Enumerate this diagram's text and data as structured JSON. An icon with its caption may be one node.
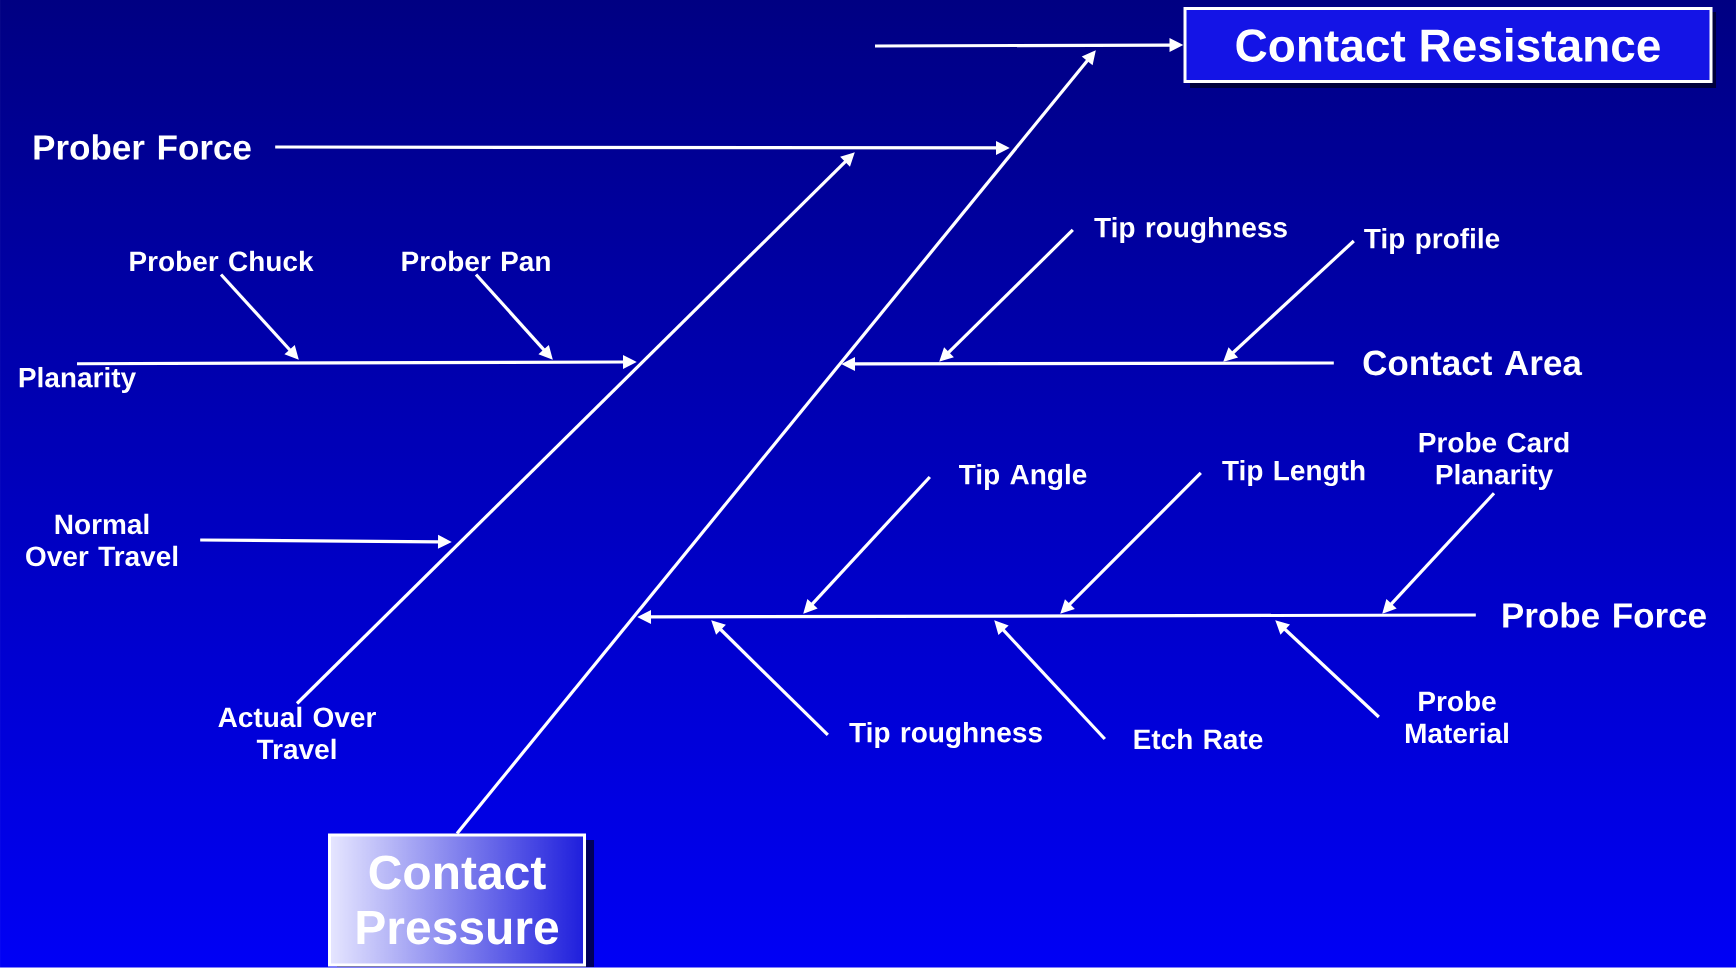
{
  "diagram": {
    "nodes": [
      {
        "text": [
          "Contact Resistance"
        ]
      },
      {
        "text": [
          "Contact Pressure"
        ]
      },
      {
        "text": [
          "Prober Force"
        ]
      },
      {
        "text": [
          "Prober Chuck"
        ]
      },
      {
        "text": [
          "Prober Pan"
        ]
      },
      {
        "text": [
          "Planarity"
        ]
      },
      {
        "text": [
          "Normal Over Travel"
        ]
      },
      {
        "text": [
          "Actual Over Travel"
        ]
      },
      {
        "text": [
          "Tip roughness"
        ]
      },
      {
        "text": [
          "Tip profile"
        ]
      },
      {
        "text": [
          "Contact Area"
        ]
      },
      {
        "text": [
          "Tip Angle"
        ]
      },
      {
        "text": [
          "Tip Length"
        ]
      },
      {
        "text": [
          "Probe Card Planarity"
        ]
      },
      {
        "text": [
          "Probe Force"
        ]
      },
      {
        "text": [
          "Tip roughness"
        ]
      },
      {
        "text": [
          "Etch Rate"
        ]
      },
      {
        "text": [
          "Probe Material"
        ]
      }
    ],
    "edges": [
      {
        "from": null,
        "to": 0,
        "arrow": "to"
      },
      {
        "from": 1,
        "to": null,
        "arrow": "to"
      },
      {
        "from": 7,
        "to": null,
        "arrow": "to"
      },
      {
        "from": 2,
        "to": null,
        "arrow": "to"
      },
      {
        "from": 5,
        "to": null,
        "arrow": "to"
      },
      {
        "from": 3,
        "to": null,
        "arrow": "to"
      },
      {
        "from": 4,
        "to": null,
        "arrow": "to"
      },
      {
        "from": 6,
        "to": null,
        "arrow": "to"
      },
      {
        "from": 10,
        "to": null,
        "arrow": "to"
      },
      {
        "from": 8,
        "to": null,
        "arrow": "to"
      },
      {
        "from": 9,
        "to": null,
        "arrow": "to"
      },
      {
        "from": 14,
        "to": null,
        "arrow": "to"
      },
      {
        "from": 11,
        "to": null,
        "arrow": "to"
      },
      {
        "from": 12,
        "to": null,
        "arrow": "to"
      },
      {
        "from": 13,
        "to": null,
        "arrow": "to"
      },
      {
        "from": 15,
        "to": null,
        "arrow": "to"
      },
      {
        "from": 16,
        "to": null,
        "arrow": "to"
      },
      {
        "from": 17,
        "to": null,
        "arrow": "to"
      }
    ]
  }
}
